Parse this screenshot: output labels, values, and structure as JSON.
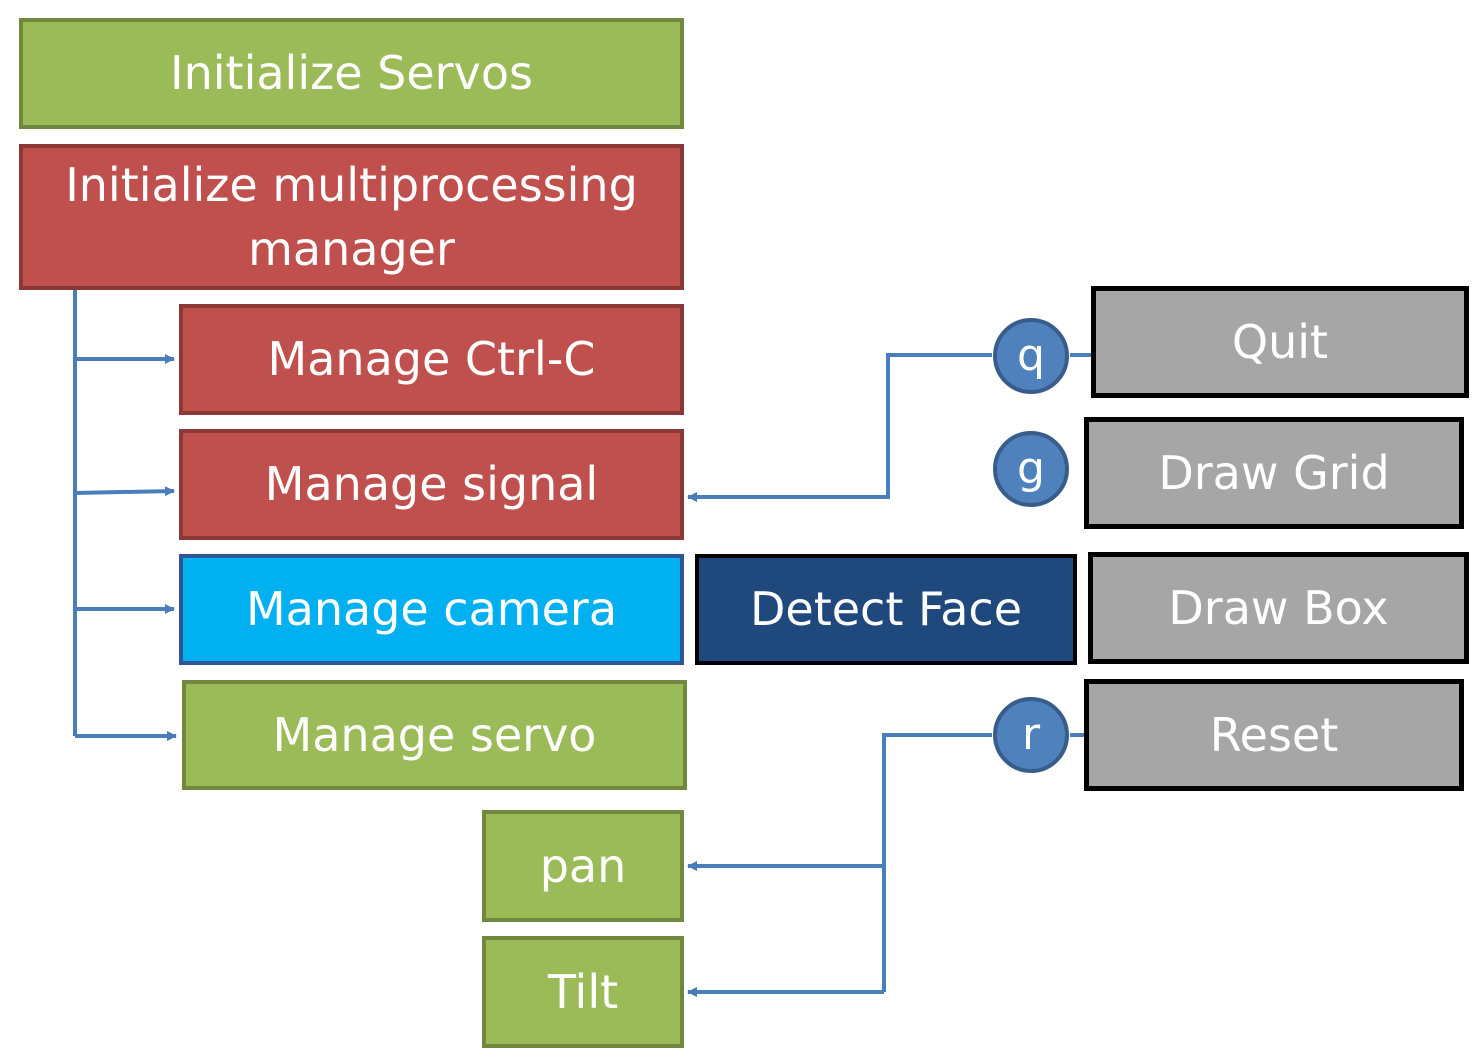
{
  "nodes": {
    "init_servos": "Initialize Servos",
    "init_manager": "Initialize multiprocessing manager",
    "manage_ctrlc": "Manage Ctrl-C",
    "manage_signal": "Manage signal",
    "manage_camera": "Manage camera",
    "detect_face": "Detect Face",
    "manage_servo": "Manage servo",
    "pan": "pan",
    "tilt": "Tilt",
    "quit": "Quit",
    "draw_grid": "Draw Grid",
    "draw_box": "Draw Box",
    "reset": "Reset"
  },
  "keys": {
    "quit_key": "q",
    "grid_key": "g",
    "reset_key": "r"
  },
  "colors": {
    "green": "#9bbb59",
    "red": "#c0504d",
    "cyan": "#00b0f0",
    "navy": "#1f497d",
    "gray": "#a6a6a6",
    "connector": "#4a7ebb",
    "key_circle": "#4f81bd"
  }
}
